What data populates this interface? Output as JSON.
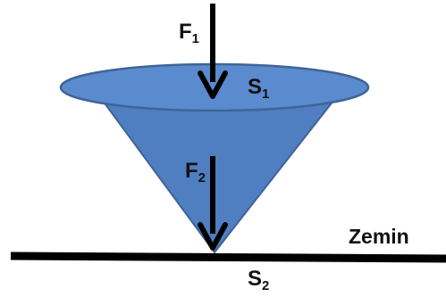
{
  "labels": {
    "f1": {
      "symbol": "F",
      "sub": "1"
    },
    "s1": {
      "symbol": "S",
      "sub": "1"
    },
    "f2": {
      "symbol": "F",
      "sub": "2"
    },
    "s2": {
      "symbol": "S",
      "sub": "2"
    },
    "ground": "Zemin"
  },
  "colors": {
    "cone_fill": "#4F7EC1",
    "cone_top_fill": "#5B8BCF",
    "cone_outline": "#3F6497",
    "arrow": "#000000",
    "ground": "#000000",
    "text": "#111111"
  }
}
